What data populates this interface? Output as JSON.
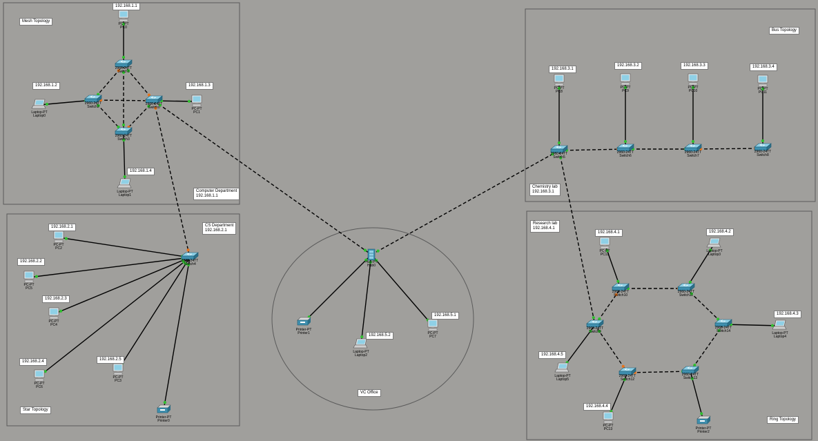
{
  "zones": [
    {
      "id": "mesh",
      "title": "Mesh Topology",
      "dept": "Computer Department",
      "dept_ip": "192.168.1.1"
    },
    {
      "id": "bus",
      "title": "Bus Topology",
      "dept": "Chemistry lab",
      "dept_ip": "192.168.3.1"
    },
    {
      "id": "star",
      "title": "Star Topology",
      "dept": "CS Department",
      "dept_ip": "192.168.2.1"
    },
    {
      "id": "ring",
      "title": "Ring Topology",
      "dept": "Research lab",
      "dept_ip": "192.168.4.1"
    },
    {
      "id": "vc",
      "title": "VC Office"
    }
  ],
  "devices": [
    {
      "id": "pc0",
      "type": "pc",
      "model": "PC-PT",
      "name": "PC0",
      "ip": "192.168.1.1"
    },
    {
      "id": "sw1",
      "type": "switch",
      "model": "2960-24TT",
      "name": "Switch1"
    },
    {
      "id": "sw2",
      "type": "switch",
      "model": "2960-24TT",
      "name": "Switch2"
    },
    {
      "id": "sw0",
      "type": "switch",
      "model": "2960-24TT",
      "name": "Switch0"
    },
    {
      "id": "sw3",
      "type": "switch",
      "model": "2960-24TT",
      "name": "Switch3"
    },
    {
      "id": "lap0",
      "type": "laptop",
      "model": "Laptop-PT",
      "name": "Laptop0",
      "ip": "192.168.1.2"
    },
    {
      "id": "pc1",
      "type": "pc",
      "model": "PC-PT",
      "name": "PC1",
      "ip": "192.168.1.3"
    },
    {
      "id": "lap1",
      "type": "laptop",
      "model": "Laptop-PT",
      "name": "Laptop1",
      "ip": "192.168.1.4"
    },
    {
      "id": "sw4",
      "type": "switch",
      "model": "2960-24TT",
      "name": "Switch4"
    },
    {
      "id": "pc2",
      "type": "pc",
      "model": "PC-PT",
      "name": "PC2",
      "ip": "192.168.2.1"
    },
    {
      "id": "pc5",
      "type": "pc",
      "model": "PC-PT",
      "name": "PC5",
      "ip": "192.168.2.2"
    },
    {
      "id": "pc4",
      "type": "pc",
      "model": "PC-PT",
      "name": "PC4",
      "ip": "192.168.2.3"
    },
    {
      "id": "pc6",
      "type": "pc",
      "model": "PC-PT",
      "name": "PC6",
      "ip": "192.168.2.4"
    },
    {
      "id": "pc3",
      "type": "pc",
      "model": "PC-PT",
      "name": "PC3",
      "ip": "192.168.2.5"
    },
    {
      "id": "printer0",
      "type": "printer",
      "model": "Printer-PT",
      "name": "Printer0"
    },
    {
      "id": "hub0",
      "type": "hub",
      "model": "Hub-PT",
      "name": "Hub0"
    },
    {
      "id": "printer1",
      "type": "printer",
      "model": "Printer-PT",
      "name": "Printer1"
    },
    {
      "id": "lap2",
      "type": "laptop",
      "model": "Laptop-PT",
      "name": "Laptop2",
      "ip": "192.168.5.2"
    },
    {
      "id": "pc7",
      "type": "pc",
      "model": "PC-PT",
      "name": "PC7",
      "ip": "192.168.5.1"
    },
    {
      "id": "pc8",
      "type": "pc",
      "model": "PC-PT",
      "name": "PC8",
      "ip": "192.168.3.1"
    },
    {
      "id": "pc9",
      "type": "pc",
      "model": "PC-PT",
      "name": "PC9",
      "ip": "192.168.3.2"
    },
    {
      "id": "pc10",
      "type": "pc",
      "model": "PC-PT",
      "name": "PC10",
      "ip": "192.168.3.3"
    },
    {
      "id": "pc11",
      "type": "pc",
      "model": "PC-PT",
      "name": "PC11",
      "ip": "192.168.3.4"
    },
    {
      "id": "sw5",
      "type": "switch",
      "model": "2960-24TT",
      "name": "Switch5"
    },
    {
      "id": "sw6",
      "type": "switch",
      "model": "2960-24TT",
      "name": "Switch6"
    },
    {
      "id": "sw7",
      "type": "switch",
      "model": "2960-24TT",
      "name": "Switch7"
    },
    {
      "id": "sw8",
      "type": "switch",
      "model": "2960-24TT",
      "name": "Switch8"
    },
    {
      "id": "pc12",
      "type": "pc",
      "model": "PC-PT",
      "name": "PC12",
      "ip": "192.168.4.1"
    },
    {
      "id": "lap3",
      "type": "laptop",
      "model": "Laptop-PT",
      "name": "Laptop3",
      "ip": "192.168.4.2"
    },
    {
      "id": "sw10",
      "type": "switch",
      "model": "2960-24TT",
      "name": "Switch10"
    },
    {
      "id": "sw11",
      "type": "switch",
      "model": "2960-24TT",
      "name": "Switch11"
    },
    {
      "id": "sw9",
      "type": "switch",
      "model": "2960-24TT",
      "name": "Switch9"
    },
    {
      "id": "sw14",
      "type": "switch",
      "model": "2960-24TT",
      "name": "Switch14"
    },
    {
      "id": "lap4",
      "type": "laptop",
      "model": "Laptop-PT",
      "name": "Laptop4",
      "ip": "192.168.4.3"
    },
    {
      "id": "lap5",
      "type": "laptop",
      "model": "Laptop-PT",
      "name": "Laptop5",
      "ip": "192.168.4.5"
    },
    {
      "id": "sw12",
      "type": "switch",
      "model": "2960-24TT",
      "name": "Switch12"
    },
    {
      "id": "sw13",
      "type": "switch",
      "model": "2960-24TT",
      "name": "Switch13"
    },
    {
      "id": "pc13",
      "type": "pc",
      "model": "PC-PT",
      "name": "PC13",
      "ip": "192.168.4.4"
    },
    {
      "id": "printer2",
      "type": "printer",
      "model": "Printer-PT",
      "name": "Printer2"
    }
  ],
  "links": [
    {
      "from": "pc0",
      "to": "sw1",
      "style": "solid"
    },
    {
      "from": "sw1",
      "to": "sw2",
      "style": "dashed"
    },
    {
      "from": "sw1",
      "to": "sw0",
      "style": "dashed"
    },
    {
      "from": "sw1",
      "to": "sw3",
      "style": "dashed"
    },
    {
      "from": "sw2",
      "to": "sw0",
      "style": "dashed"
    },
    {
      "from": "sw2",
      "to": "sw3",
      "style": "dashed"
    },
    {
      "from": "sw0",
      "to": "sw3",
      "style": "dashed"
    },
    {
      "from": "lap0",
      "to": "sw2",
      "style": "solid"
    },
    {
      "from": "pc1",
      "to": "sw0",
      "style": "solid"
    },
    {
      "from": "sw3",
      "to": "lap1",
      "style": "solid"
    },
    {
      "from": "sw0",
      "to": "sw4",
      "style": "dashed"
    },
    {
      "from": "sw0",
      "to": "hub0",
      "style": "dashed"
    },
    {
      "from": "pc2",
      "to": "sw4",
      "style": "solid"
    },
    {
      "from": "pc5",
      "to": "sw4",
      "style": "solid"
    },
    {
      "from": "pc4",
      "to": "sw4",
      "style": "solid"
    },
    {
      "from": "pc6",
      "to": "sw4",
      "style": "solid"
    },
    {
      "from": "pc3",
      "to": "sw4",
      "style": "solid"
    },
    {
      "from": "printer0",
      "to": "sw4",
      "style": "solid"
    },
    {
      "from": "hub0",
      "to": "printer1",
      "style": "solid"
    },
    {
      "from": "hub0",
      "to": "lap2",
      "style": "solid"
    },
    {
      "from": "hub0",
      "to": "pc7",
      "style": "solid"
    },
    {
      "from": "hub0",
      "to": "sw5",
      "style": "dashed"
    },
    {
      "from": "pc8",
      "to": "sw5",
      "style": "solid"
    },
    {
      "from": "pc9",
      "to": "sw6",
      "style": "solid"
    },
    {
      "from": "pc10",
      "to": "sw7",
      "style": "solid"
    },
    {
      "from": "pc11",
      "to": "sw8",
      "style": "solid"
    },
    {
      "from": "sw5",
      "to": "sw6",
      "style": "dashed"
    },
    {
      "from": "sw6",
      "to": "sw7",
      "style": "dashed"
    },
    {
      "from": "sw7",
      "to": "sw8",
      "style": "dashed"
    },
    {
      "from": "sw5",
      "to": "sw9",
      "style": "dashed"
    },
    {
      "from": "pc12",
      "to": "sw10",
      "style": "solid"
    },
    {
      "from": "lap3",
      "to": "sw11",
      "style": "solid"
    },
    {
      "from": "sw10",
      "to": "sw11",
      "style": "dashed"
    },
    {
      "from": "sw11",
      "to": "sw14",
      "style": "dashed"
    },
    {
      "from": "sw14",
      "to": "lap4",
      "style": "solid"
    },
    {
      "from": "sw14",
      "to": "sw13",
      "style": "dashed"
    },
    {
      "from": "sw13",
      "to": "sw12",
      "style": "dashed"
    },
    {
      "from": "sw12",
      "to": "sw9",
      "style": "dashed"
    },
    {
      "from": "sw9",
      "to": "sw10",
      "style": "dashed"
    },
    {
      "from": "sw9",
      "to": "lap5",
      "style": "solid"
    },
    {
      "from": "sw12",
      "to": "pc13",
      "style": "solid"
    },
    {
      "from": "sw13",
      "to": "printer2",
      "style": "solid"
    }
  ],
  "colors": {
    "background": "#a09f9c",
    "zone_border": "#5a5a5a",
    "link": "#000000",
    "port_up": "#2fbf2f",
    "port_down": "#e8731a",
    "device_body": "#3f8fae",
    "device_light": "#8fd0e6"
  }
}
